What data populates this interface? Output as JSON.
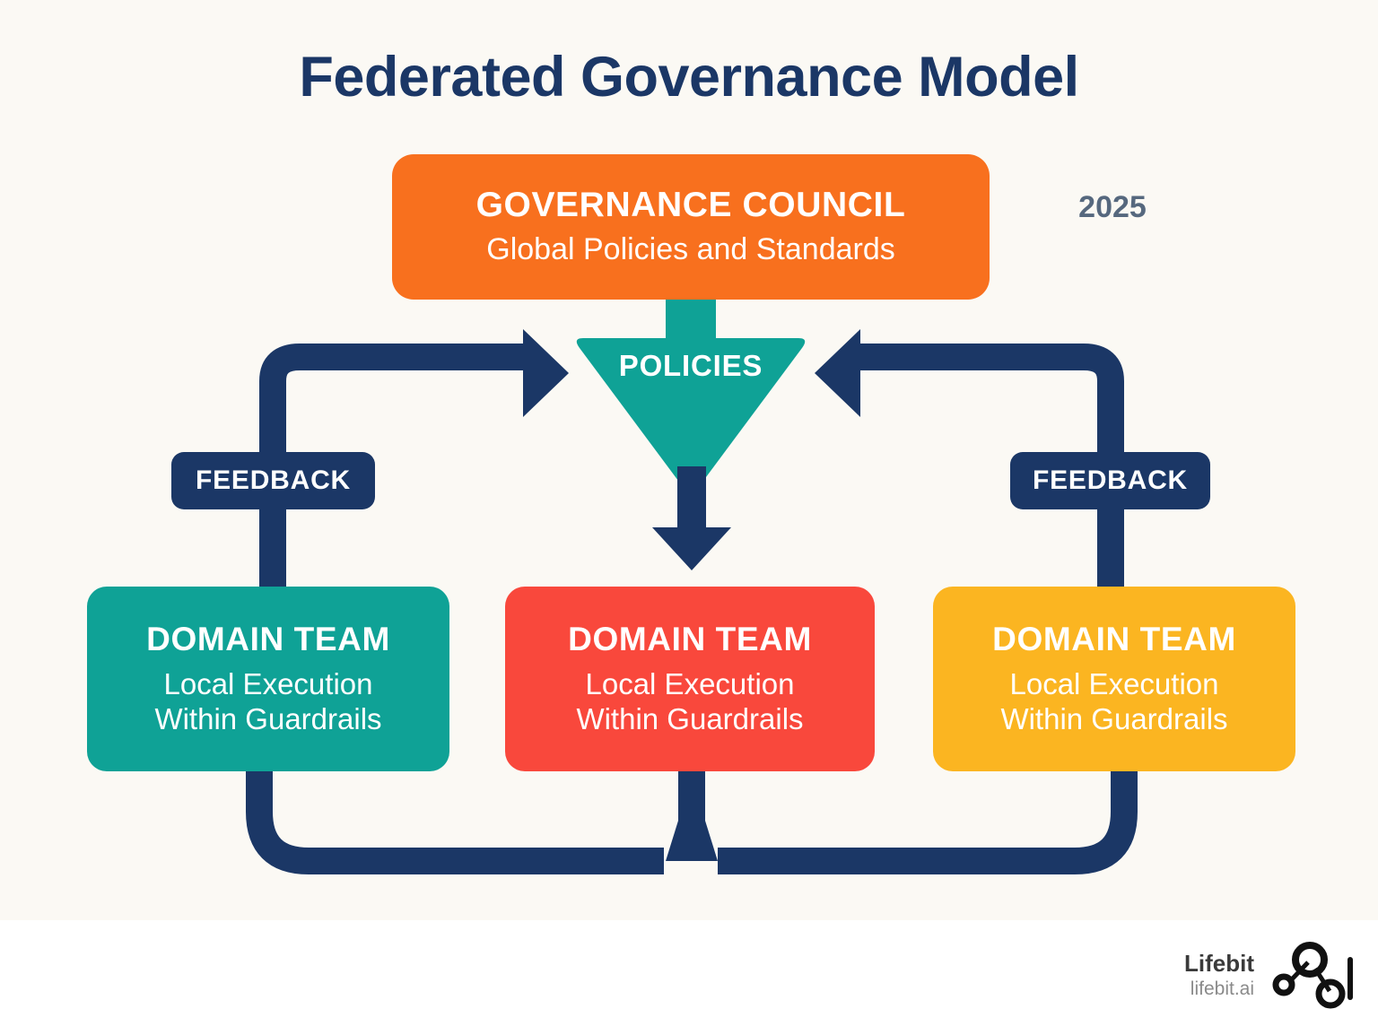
{
  "page": {
    "title": "Federated Governance Model",
    "year": "2025",
    "background_color": "#FBF9F4",
    "title_color": "#1B3766"
  },
  "diagram": {
    "type": "flow-diagram",
    "council": {
      "title": "GOVERNANCE COUNCIL",
      "subtitle": "Global Policies and Standards",
      "color": "#F8701E"
    },
    "policies_arrow": {
      "label": "POLICIES",
      "color": "#0FA296",
      "direction": "down"
    },
    "feedback": {
      "left_label": "FEEDBACK",
      "right_label": "FEEDBACK",
      "color": "#1B3766"
    },
    "connector_color": "#1B3766",
    "domain_teams": [
      {
        "title": "DOMAIN TEAM",
        "line1": "Local Execution",
        "line2": "Within Guardrails",
        "color": "#0FA296"
      },
      {
        "title": "DOMAIN TEAM",
        "line1": "Local Execution",
        "line2": "Within Guardrails",
        "color": "#F9483C"
      },
      {
        "title": "DOMAIN TEAM",
        "line1": "Local Execution",
        "line2": "Within Guardrails",
        "color": "#FBB521"
      }
    ]
  },
  "brand": {
    "name": "Lifebit",
    "url": "lifebit.ai"
  }
}
